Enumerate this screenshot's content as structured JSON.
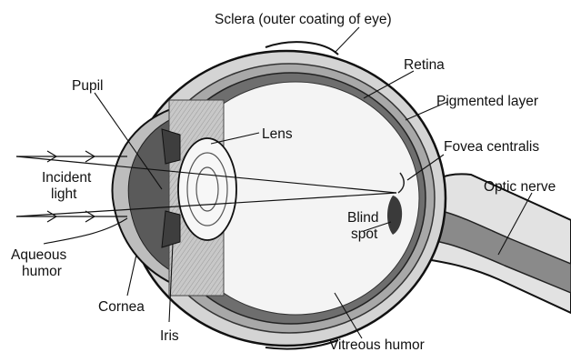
{
  "labels": {
    "sclera": "Sclera (outer coating of eye)",
    "retina": "Retina",
    "pupil": "Pupil",
    "pigmented": "Pigmented layer",
    "lens": "Lens",
    "fovea": "Fovea centralis",
    "incident1": "Incident",
    "incident2": "light",
    "optic": "Optic nerve",
    "blind1": "Blind",
    "blind2": "spot",
    "aqueous1": "Aqueous",
    "aqueous2": "humor",
    "cornea": "Cornea",
    "iris": "Iris",
    "vitreous": "Vitreous humor"
  }
}
